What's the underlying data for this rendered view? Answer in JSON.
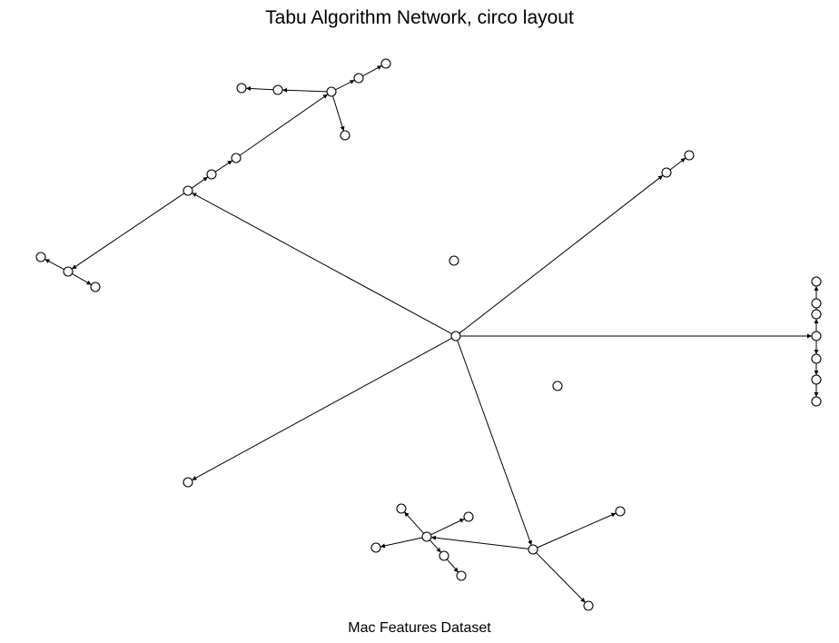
{
  "figure": {
    "title": "Tabu Algorithm Network, circo layout",
    "subtitle": "Mac Features Dataset"
  },
  "graph": {
    "directed": true,
    "nodes": [
      "n0",
      "n1",
      "n2",
      "n3",
      "n4",
      "n5",
      "n6",
      "n7",
      "n8",
      "n9",
      "n10",
      "n11",
      "n12",
      "n13",
      "n14",
      "n15",
      "n16",
      "n17",
      "n18",
      "n19",
      "n20",
      "n21",
      "n22",
      "n23",
      "n24",
      "n25",
      "n26",
      "n27",
      "n28",
      "n29",
      "n30",
      "n31",
      "n32",
      "n33",
      "n34",
      "n35",
      "n36"
    ],
    "edges": [
      [
        "n1",
        "n0"
      ],
      [
        "n0",
        "n2"
      ],
      [
        "n0",
        "n3"
      ],
      [
        "n0",
        "n4"
      ],
      [
        "n0",
        "n5"
      ],
      [
        "n4",
        "n6"
      ],
      [
        "n1",
        "n7"
      ],
      [
        "n7",
        "n8"
      ],
      [
        "n8",
        "n9"
      ],
      [
        "n10",
        "n9"
      ],
      [
        "n10",
        "n11"
      ],
      [
        "n11",
        "n12"
      ],
      [
        "n10",
        "n13"
      ],
      [
        "n13",
        "n14"
      ],
      [
        "n10",
        "n15"
      ],
      [
        "n1",
        "n16"
      ],
      [
        "n16",
        "n17"
      ],
      [
        "n16",
        "n18"
      ],
      [
        "n3",
        "n19"
      ],
      [
        "n20",
        "n19"
      ],
      [
        "n19",
        "n21"
      ],
      [
        "n19",
        "n22"
      ],
      [
        "n23",
        "n24"
      ],
      [
        "n23",
        "n25"
      ],
      [
        "n5",
        "n23"
      ],
      [
        "n26",
        "n23"
      ],
      [
        "n23",
        "n27"
      ],
      [
        "n23",
        "n28"
      ],
      [
        "n28",
        "n29"
      ],
      [
        "n5",
        "n30"
      ],
      [
        "n5",
        "n31"
      ]
    ]
  }
}
